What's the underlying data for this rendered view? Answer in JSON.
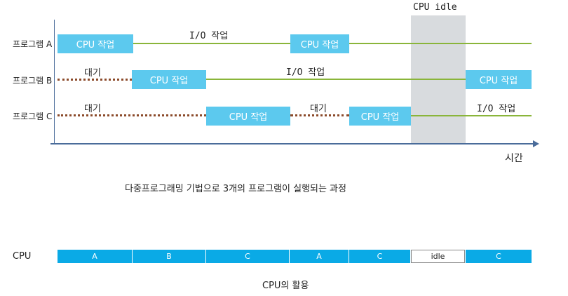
{
  "idle_title": "CPU idle",
  "programs": [
    "프로그램 A",
    "프로그램 B",
    "프로그램 C"
  ],
  "box_label": "CPU 작업",
  "io_label": "I/O 작업",
  "wait_label": "대기",
  "time_label": "시간",
  "caption1": "다중프로그래밍 기법으로 3개의 프로그램이 실행되는 과정",
  "util_label": "CPU",
  "util_segments": [
    "A",
    "B",
    "C",
    "A",
    "C",
    "idle",
    "C"
  ],
  "caption2": "CPU의 활용",
  "colors": {
    "cpu_box": "#5cc9ee",
    "io_line": "#8ab53a",
    "wait_line": "#8b4a2a",
    "util_bar": "#0aaae6",
    "idle_shade": "#d8dbde"
  }
}
